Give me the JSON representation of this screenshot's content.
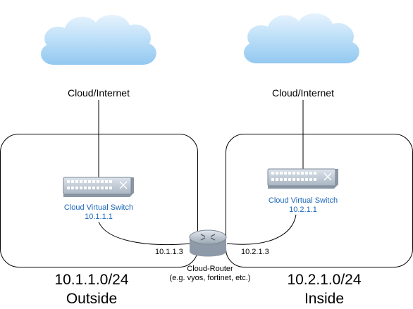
{
  "clouds": [
    {
      "id": "left",
      "label": "Cloud/Internet"
    },
    {
      "id": "right",
      "label": "Cloud/Internet"
    }
  ],
  "switches": [
    {
      "id": "left",
      "name": "Cloud Virtual Switch",
      "ip": "10.1.1.1"
    },
    {
      "id": "right",
      "name": "Cloud Virtual Switch",
      "ip": "10.2.1.1"
    }
  ],
  "router": {
    "name": "Cloud-Router",
    "note": "(e.g. vyos, fortinet, etc.)",
    "left_ip": "10.1.1.3",
    "right_ip": "10.2.1.3"
  },
  "zones": [
    {
      "id": "outside",
      "subnet": "10.1.1.0/24",
      "name": "Outside"
    },
    {
      "id": "inside",
      "subnet": "10.2.1.0/24",
      "name": "Inside"
    }
  ],
  "colors": {
    "cloud_fill": "#b7dcf7",
    "cloud_fill_light": "#e6f3fd",
    "switch_label": "#1a66b8",
    "line": "#000000"
  }
}
